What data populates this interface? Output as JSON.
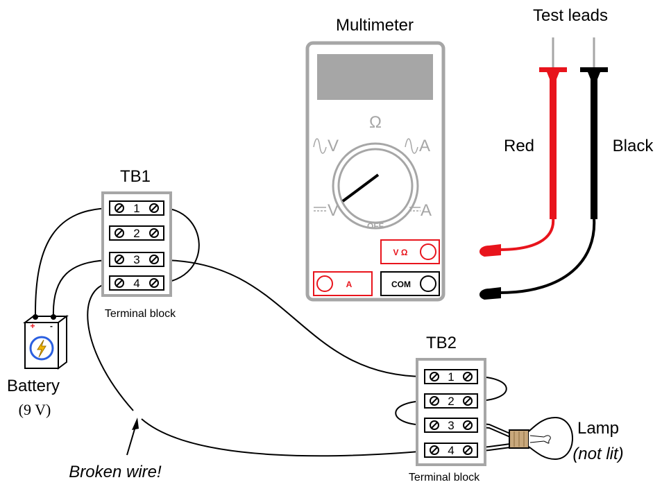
{
  "multimeter": {
    "title": "Multimeter",
    "dial": {
      "ohm": "Ω",
      "ac_volts": "V",
      "ac_amps": "A",
      "dc_volts": "V",
      "dc_amps": "A",
      "off": "OFF"
    },
    "jacks": {
      "v_ohm": "V Ω",
      "amps": "A",
      "com": "COM"
    }
  },
  "test_leads": {
    "title": "Test leads",
    "red": "Red",
    "black": "Black"
  },
  "tb1": {
    "title": "TB1",
    "caption": "Terminal block",
    "terminals": [
      "1",
      "2",
      "3",
      "4"
    ]
  },
  "tb2": {
    "title": "TB2",
    "caption": "Terminal block",
    "terminals": [
      "1",
      "2",
      "3",
      "4"
    ]
  },
  "battery": {
    "label": "Battery",
    "voltage": "(9 V)",
    "plus": "+",
    "minus": "-"
  },
  "lamp": {
    "label": "Lamp",
    "state": "(not lit)"
  },
  "broken_wire": {
    "label": "Broken wire!"
  },
  "colors": {
    "red_lead": "#e8141c",
    "meter_gray": "#a6a6a6",
    "display": "#a6a6a6",
    "battery_blue": "#2a5fe0",
    "lamp_base": "#c8a87c"
  }
}
